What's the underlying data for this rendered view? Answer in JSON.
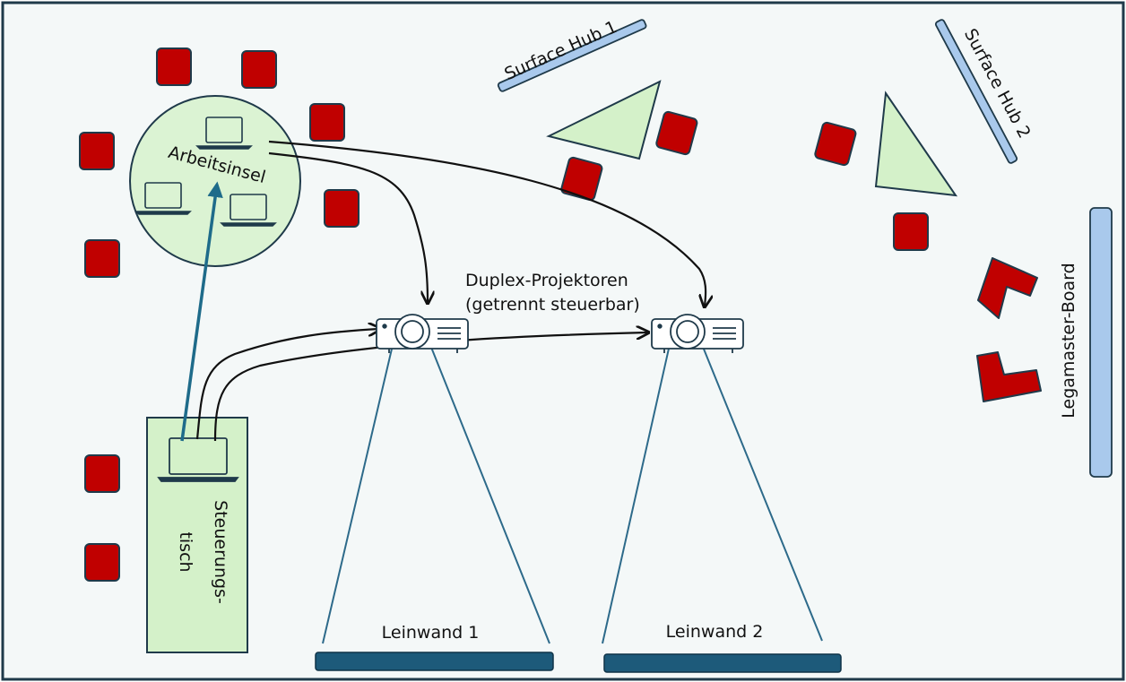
{
  "labels": {
    "arbeitsinsel": "Arbeitsinsel",
    "projectors_line1": "Duplex-Projektoren",
    "projectors_line2": "(getrennt steuerbar)",
    "hub1": "Surface Hub 1",
    "hub2": "Surface Hub 2",
    "legamaster": "Legamaster-Board",
    "steuer_line1": "Steuerungs-",
    "steuer_line2": "tisch",
    "leinwand1": "Leinwand 1",
    "leinwand2": "Leinwand 2"
  },
  "colors": {
    "background": "#f4f8f8",
    "frame": "#1f3a4a",
    "chair_fill": "#c00000",
    "chair_stroke": "#1f3a4a",
    "island_fill": "#dbf3d3",
    "table_fill": "#d4f1c9",
    "hub_fill": "#a9c9ec",
    "screen_fill": "#1d5a7a",
    "beam": "#2d6a8a",
    "control_arrow": "#1e6b8a",
    "arrow": "#111111"
  },
  "icons": {
    "laptop": "laptop-icon",
    "projector": "projector-icon"
  }
}
